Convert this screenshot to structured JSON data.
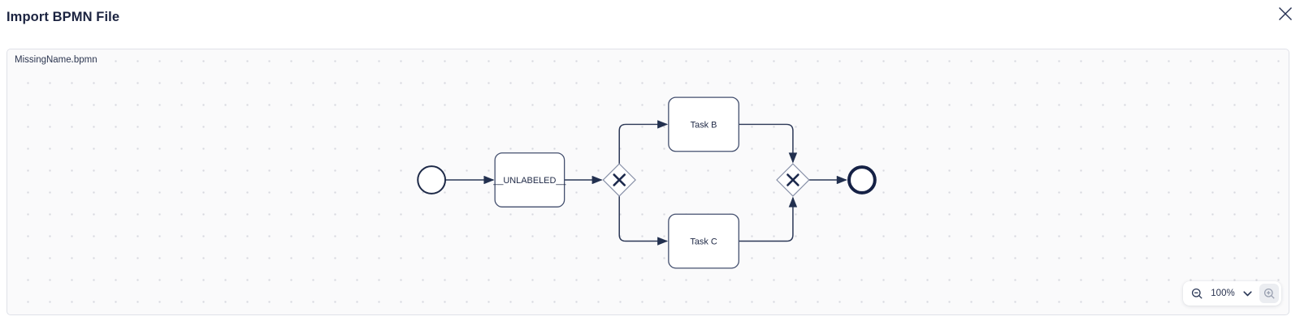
{
  "dialog": {
    "title": "Import BPMN File"
  },
  "canvas": {
    "file_label": "MissingName.bpmn"
  },
  "diagram": {
    "type": "bpmn",
    "elements": [
      {
        "id": "start",
        "type": "start-event",
        "label": ""
      },
      {
        "id": "task-unlabeled",
        "type": "task",
        "label": "__UNLABELED__"
      },
      {
        "id": "gateway-split",
        "type": "exclusive-gateway-xor",
        "label": ""
      },
      {
        "id": "task-b",
        "type": "task",
        "label": "Task B"
      },
      {
        "id": "task-c",
        "type": "task",
        "label": "Task C"
      },
      {
        "id": "gateway-join",
        "type": "exclusive-gateway-xor",
        "label": ""
      },
      {
        "id": "end",
        "type": "end-event",
        "label": ""
      }
    ],
    "flows": [
      {
        "from": "start",
        "to": "task-unlabeled"
      },
      {
        "from": "task-unlabeled",
        "to": "gateway-split"
      },
      {
        "from": "gateway-split",
        "to": "task-b"
      },
      {
        "from": "gateway-split",
        "to": "task-c"
      },
      {
        "from": "task-b",
        "to": "gateway-join"
      },
      {
        "from": "task-c",
        "to": "gateway-join"
      },
      {
        "from": "gateway-join",
        "to": "end"
      }
    ]
  },
  "zoom_controls": {
    "level": "100%",
    "zoom_out_icon": "magnifier-minus",
    "zoom_in_icon": "magnifier-plus",
    "dropdown_icon": "chevron-down"
  },
  "colors": {
    "title_text": "#1b2340",
    "diagram_stroke": "#2b3756",
    "event_stroke": "#1d2947",
    "gateway_outline": "#858ea6",
    "canvas_bg": "#fafafb",
    "canvas_border": "#dfe1e8",
    "grid_dot": "#d7d8df",
    "zoom_in_bg": "#ebedf1"
  }
}
